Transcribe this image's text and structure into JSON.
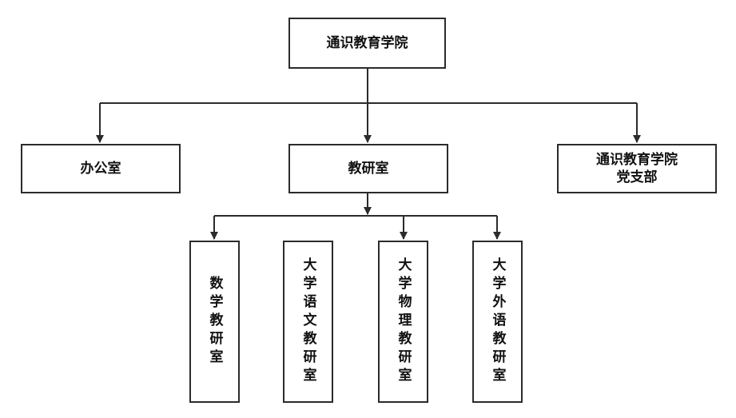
{
  "root": {
    "label": "通识教育学院"
  },
  "level1": {
    "office": "办公室",
    "research": "教研室",
    "party_line1": "通识教育学院",
    "party_line2": "党支部"
  },
  "level2": {
    "math": "数学教研室",
    "chinese": "大学语文教研室",
    "physics": "大学物理教研室",
    "foreign": "大学外语教研室"
  },
  "colors": {
    "line": "#2b2b2b",
    "box_border": "#2b2b2b",
    "text": "#111111"
  }
}
